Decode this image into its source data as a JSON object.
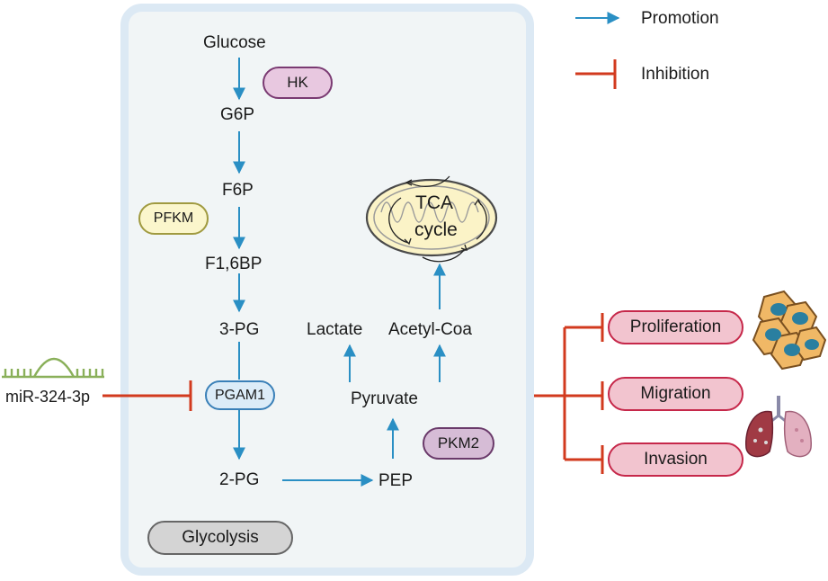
{
  "legend": {
    "promotion": "Promotion",
    "inhibition": "Inhibition"
  },
  "pathway": {
    "glucose": "Glucose",
    "g6p": "G6P",
    "f6p": "F6P",
    "f16bp": "F1,6BP",
    "pg3": "3-PG",
    "pg2": "2-PG",
    "pep": "PEP",
    "pyruvate": "Pyruvate",
    "lactate": "Lactate",
    "acetyl_coa": "Acetyl-Coa",
    "tca_line1": "TCA",
    "tca_line2": "cycle"
  },
  "enzymes": {
    "hk": "HK",
    "pfkm": "PFKM",
    "pgam1": "PGAM1",
    "pkm2": "PKM2"
  },
  "panel_label": "Glycolysis",
  "mirna": "miR-324-3p",
  "outcomes": {
    "proliferation": "Proliferation",
    "migration": "Migration",
    "invasion": "Invasion"
  },
  "colors": {
    "promotion": "#2a8fc4",
    "inhibition": "#d23a1e",
    "panel_bg": "#f1f5f6",
    "panel_border": "#dce9f4",
    "hk_fill": "#e8c8e0",
    "pfkm_fill": "#fbf6cc",
    "pgam1_fill": "#dcecf8",
    "pkm2_fill": "#d6bcd6",
    "glycolysis_fill": "#d4d4d4",
    "outcome_fill": "#f2c4cf",
    "mirna_green": "#8ab05a"
  }
}
